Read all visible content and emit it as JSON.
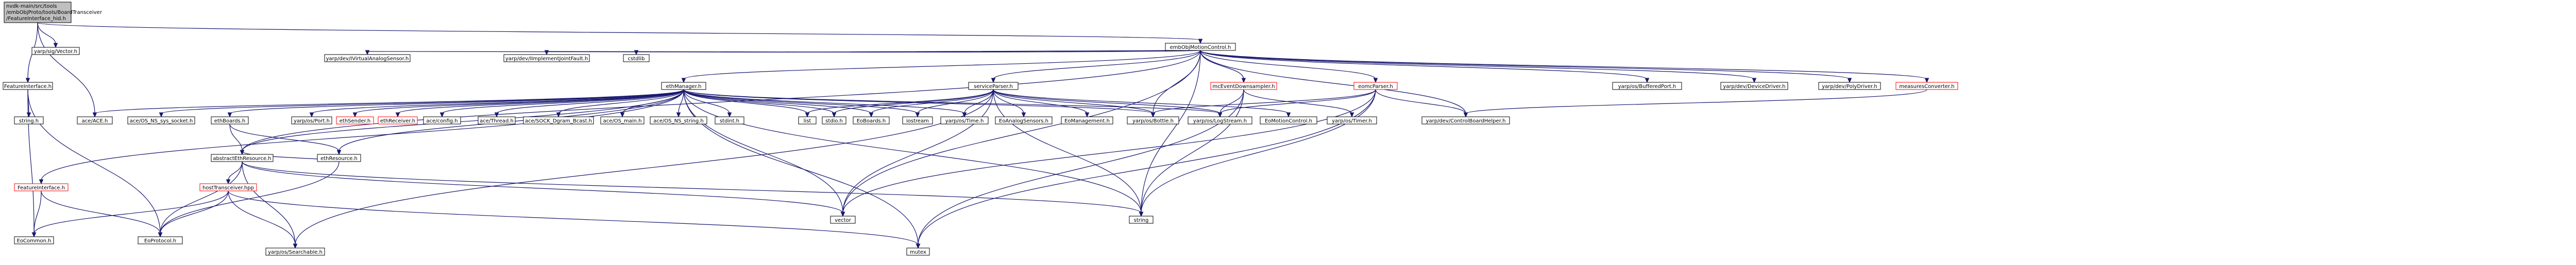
{
  "diagram": {
    "nodes": [
      {
        "id": "root",
        "lines": [
          "nvdk-main/src/tools",
          "/embObjProto/tools/BoardTransceiver",
          "/FeatureInterface_hid.h"
        ],
        "style": "hl"
      },
      {
        "id": "vector_h",
        "lines": [
          "yarp/sig/Vector.h"
        ],
        "style": "plain"
      },
      {
        "id": "fi_h",
        "lines": [
          "FeatureInterface.h"
        ],
        "style": "normal"
      },
      {
        "id": "embObjMotionControl",
        "lines": [
          "embObjMotionControl.h"
        ],
        "style": "normal"
      },
      {
        "id": "iVirtual",
        "lines": [
          "yarp/dev/IVirtualAnalogSensor.h"
        ],
        "style": "plain"
      },
      {
        "id": "iImplJointFault",
        "lines": [
          "yarp/dev/IImplementJointFault.h"
        ],
        "style": "plain"
      },
      {
        "id": "cstdlib",
        "lines": [
          "cstdlib"
        ],
        "style": "plain"
      },
      {
        "id": "ethManager",
        "lines": [
          "ethManager.h"
        ],
        "style": "normal"
      },
      {
        "id": "serviceParser",
        "lines": [
          "serviceParser.h"
        ],
        "style": "normal"
      },
      {
        "id": "mcEventDownsampler",
        "lines": [
          "mcEventDownsampler.h"
        ],
        "style": "red"
      },
      {
        "id": "eomcParser",
        "lines": [
          "eomcParser.h"
        ],
        "style": "red"
      },
      {
        "id": "bufferedPort",
        "lines": [
          "yarp/os/BufferedPort.h"
        ],
        "style": "plain"
      },
      {
        "id": "deviceDriver",
        "lines": [
          "yarp/dev/DeviceDriver.h"
        ],
        "style": "plain"
      },
      {
        "id": "polyDriver",
        "lines": [
          "yarp/dev/PolyDriver.h"
        ],
        "style": "plain"
      },
      {
        "id": "measuresConverter",
        "lines": [
          "measuresConverter.h"
        ],
        "style": "red"
      },
      {
        "id": "string_h",
        "lines": [
          "string.h"
        ],
        "style": "plain"
      },
      {
        "id": "eoCommon",
        "lines": [
          "EoCommon.h"
        ],
        "style": "plain"
      },
      {
        "id": "featureInterface2",
        "lines": [
          "FeatureInterface.h"
        ],
        "style": "red"
      },
      {
        "id": "aceACE",
        "lines": [
          "ace/ACE.h"
        ],
        "style": "plain"
      },
      {
        "id": "aceOS_NS_sys_socket",
        "lines": [
          "ace/OS_NS_sys_socket.h"
        ],
        "style": "plain"
      },
      {
        "id": "ethBoards",
        "lines": [
          "ethBoards.h"
        ],
        "style": "normal"
      },
      {
        "id": "abstractEthResource",
        "lines": [
          "abstractEthResource.h"
        ],
        "style": "normal"
      },
      {
        "id": "ethResource",
        "lines": [
          "ethResource.h"
        ],
        "style": "normal"
      },
      {
        "id": "hostTransceiver",
        "lines": [
          "hostTransceiver.hpp"
        ],
        "style": "red"
      },
      {
        "id": "eoProtocol",
        "lines": [
          "EoProtocol.h"
        ],
        "style": "plain"
      },
      {
        "id": "portPort",
        "lines": [
          "yarp/os/Port.h"
        ],
        "style": "plain"
      },
      {
        "id": "ethSender",
        "lines": [
          "ethSender.h"
        ],
        "style": "red"
      },
      {
        "id": "ethReceiver",
        "lines": [
          "ethReceiver.h"
        ],
        "style": "red"
      },
      {
        "id": "aceConfig",
        "lines": [
          "ace/config.h"
        ],
        "style": "plain"
      },
      {
        "id": "aceThread",
        "lines": [
          "ace/Thread.h"
        ],
        "style": "plain"
      },
      {
        "id": "aceSOCK",
        "lines": [
          "ace/SOCK_Dgram_Bcast.h"
        ],
        "style": "plain"
      },
      {
        "id": "aceOSmain",
        "lines": [
          "ace/OS_main.h"
        ],
        "style": "plain"
      },
      {
        "id": "aceOSNSstring",
        "lines": [
          "ace/OS_NS_string.h"
        ],
        "style": "plain"
      },
      {
        "id": "stdint",
        "lines": [
          "stdint.h"
        ],
        "style": "plain"
      },
      {
        "id": "list",
        "lines": [
          "list"
        ],
        "style": "plain"
      },
      {
        "id": "stdio",
        "lines": [
          "stdio.h"
        ],
        "style": "plain"
      },
      {
        "id": "eoBoards",
        "lines": [
          "EoBoards.h"
        ],
        "style": "plain"
      },
      {
        "id": "iostream",
        "lines": [
          "iostream"
        ],
        "style": "plain"
      },
      {
        "id": "yarpTime",
        "lines": [
          "yarp/os/Time.h"
        ],
        "style": "plain"
      },
      {
        "id": "eoAnalogSensors",
        "lines": [
          "EoAnalogSensors.h"
        ],
        "style": "plain"
      },
      {
        "id": "eoManagement",
        "lines": [
          "EoManagement.h"
        ],
        "style": "plain"
      },
      {
        "id": "bottle",
        "lines": [
          "yarp/os/Bottle.h"
        ],
        "style": "plain"
      },
      {
        "id": "logStream",
        "lines": [
          "yarp/os/LogStream.h"
        ],
        "style": "plain"
      },
      {
        "id": "eoMotionControl",
        "lines": [
          "EoMotionControl.h"
        ],
        "style": "plain"
      },
      {
        "id": "timer",
        "lines": [
          "yarp/os/Timer.h"
        ],
        "style": "plain"
      },
      {
        "id": "controlBoardHelper",
        "lines": [
          "yarp/dev/ControlBoardHelper.h"
        ],
        "style": "plain"
      },
      {
        "id": "vector",
        "lines": [
          "vector"
        ],
        "style": "plain"
      },
      {
        "id": "string",
        "lines": [
          "string"
        ],
        "style": "plain"
      },
      {
        "id": "mutex",
        "lines": [
          "mutex"
        ],
        "style": "plain"
      },
      {
        "id": "searchable",
        "lines": [
          "yarp/os/Searchable.h"
        ],
        "style": "plain"
      }
    ]
  }
}
